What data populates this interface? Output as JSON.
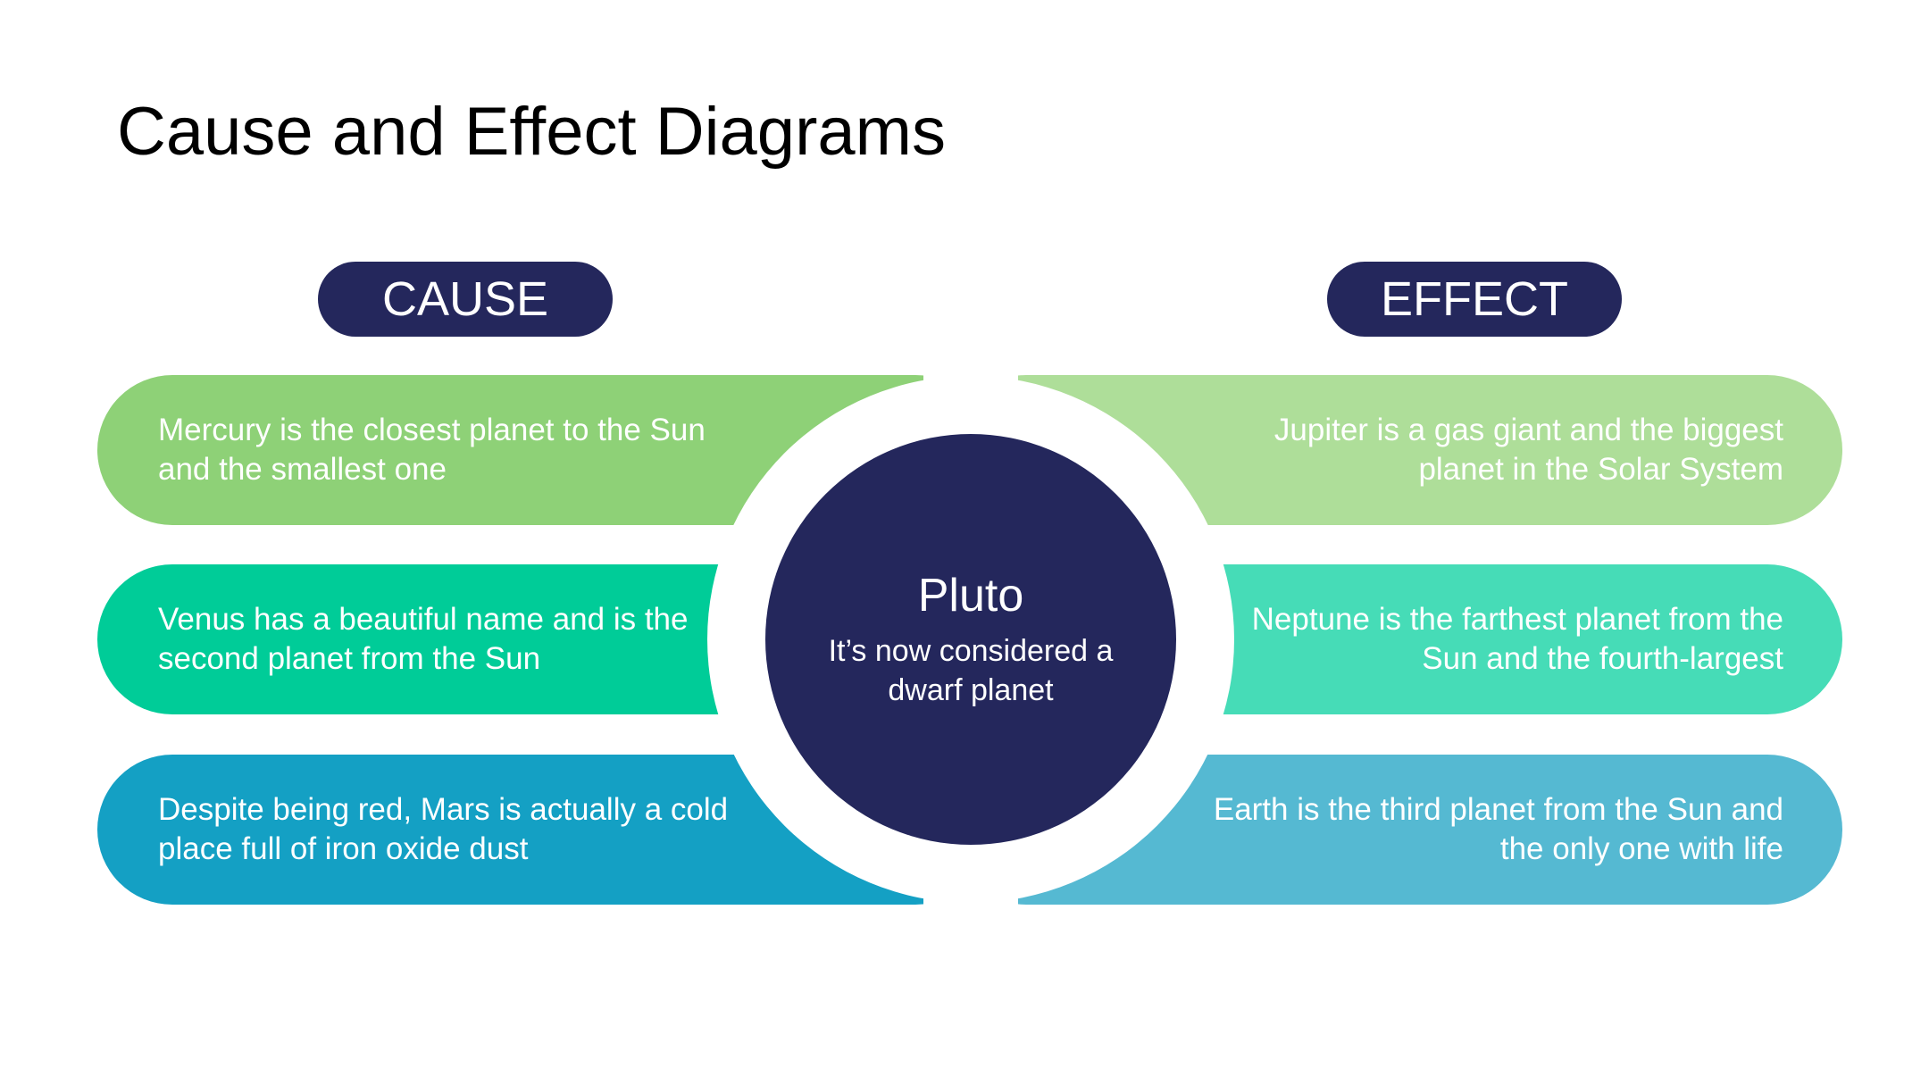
{
  "slide": {
    "title": "Cause and Effect Diagrams"
  },
  "colors": {
    "navy": "#24275c",
    "cause_1": "#8ed177",
    "cause_2": "#00cc98",
    "cause_3": "#14a0c4",
    "effect_1": "#aede99",
    "effect_2": "#46dcb7",
    "effect_3": "#55b9d2",
    "text_light": "#ffffff",
    "text_dark": "#000000"
  },
  "cause": {
    "label": "CAUSE",
    "items": [
      {
        "text": "Mercury is the closest planet to the Sun and the smallest one"
      },
      {
        "text": "Venus has a beautiful name and is the second planet from the Sun"
      },
      {
        "text": "Despite being red, Mars is actually a cold place full of iron oxide dust"
      }
    ]
  },
  "effect": {
    "label": "EFFECT",
    "items": [
      {
        "text": "Jupiter is a gas giant and the biggest planet in the Solar System"
      },
      {
        "text": "Neptune is the farthest planet from the Sun and the fourth-largest"
      },
      {
        "text": "Earth is the third planet from the Sun and the only one with life"
      }
    ]
  },
  "center": {
    "title": "Pluto",
    "text": "It’s now considered a dwarf planet"
  }
}
